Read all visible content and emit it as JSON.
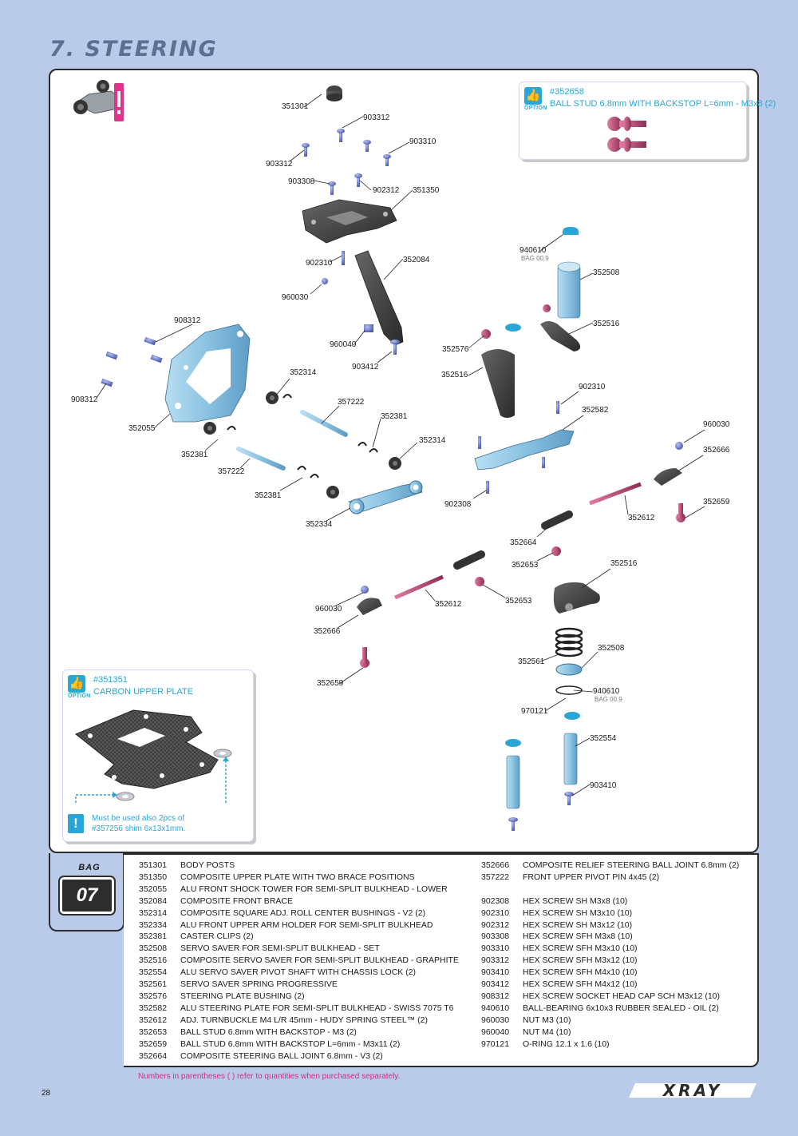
{
  "section": {
    "title": "7. STEERING"
  },
  "diagram": {
    "labels": [
      {
        "id": "351301",
        "bag": ""
      },
      {
        "id": "903312",
        "bag": ""
      },
      {
        "id": "903310",
        "bag": ""
      },
      {
        "id": "903312",
        "bag": ""
      },
      {
        "id": "903308",
        "bag": ""
      },
      {
        "id": "902312",
        "bag": ""
      },
      {
        "id": "351350",
        "bag": ""
      },
      {
        "id": "940610",
        "bag": "BAG 00.9"
      },
      {
        "id": "352508",
        "bag": ""
      },
      {
        "id": "902310",
        "bag": ""
      },
      {
        "id": "352084",
        "bag": ""
      },
      {
        "id": "960030",
        "bag": ""
      },
      {
        "id": "352516",
        "bag": ""
      },
      {
        "id": "908312",
        "bag": ""
      },
      {
        "id": "960040",
        "bag": ""
      },
      {
        "id": "352576",
        "bag": ""
      },
      {
        "id": "903412",
        "bag": ""
      },
      {
        "id": "352314",
        "bag": ""
      },
      {
        "id": "352516",
        "bag": ""
      },
      {
        "id": "908312",
        "bag": ""
      },
      {
        "id": "357222",
        "bag": ""
      },
      {
        "id": "902310",
        "bag": ""
      },
      {
        "id": "352582",
        "bag": ""
      },
      {
        "id": "352055",
        "bag": ""
      },
      {
        "id": "352381",
        "bag": ""
      },
      {
        "id": "960030",
        "bag": ""
      },
      {
        "id": "352314",
        "bag": ""
      },
      {
        "id": "352381",
        "bag": ""
      },
      {
        "id": "352666",
        "bag": ""
      },
      {
        "id": "357222",
        "bag": ""
      },
      {
        "id": "352381",
        "bag": ""
      },
      {
        "id": "902308",
        "bag": ""
      },
      {
        "id": "352659",
        "bag": ""
      },
      {
        "id": "352612",
        "bag": ""
      },
      {
        "id": "352334",
        "bag": ""
      },
      {
        "id": "352664",
        "bag": ""
      },
      {
        "id": "352653",
        "bag": ""
      },
      {
        "id": "352516",
        "bag": ""
      },
      {
        "id": "960030",
        "bag": ""
      },
      {
        "id": "352612",
        "bag": ""
      },
      {
        "id": "352653",
        "bag": ""
      },
      {
        "id": "352666",
        "bag": ""
      },
      {
        "id": "352508",
        "bag": ""
      },
      {
        "id": "352561",
        "bag": ""
      },
      {
        "id": "352659",
        "bag": ""
      },
      {
        "id": "940610",
        "bag": "BAG 00.9"
      },
      {
        "id": "970121",
        "bag": ""
      },
      {
        "id": "352554",
        "bag": ""
      },
      {
        "id": "903410",
        "bag": ""
      }
    ]
  },
  "option_ball_stud": {
    "code": "#352658",
    "description": "BALL STUD 6.8mm WITH BACKSTOP L=6mm - M3x8 (2)",
    "badge": "OPTION"
  },
  "option_carbon_plate": {
    "code": "#351351",
    "description": "CARBON UPPER PLATE",
    "badge": "OPTION",
    "warning_line1": "Must be used also 2pcs of",
    "warning_line2": "#357256 shim 6x13x1mm."
  },
  "bag": {
    "label": "BAG",
    "number": "07"
  },
  "parts_left": [
    {
      "code": "351301",
      "name": "BODY POSTS"
    },
    {
      "code": "351350",
      "name": "COMPOSITE UPPER PLATE WITH TWO BRACE POSITIONS"
    },
    {
      "code": "352055",
      "name": "ALU FRONT SHOCK TOWER FOR SEMI-SPLIT BULKHEAD - LOWER"
    },
    {
      "code": "352084",
      "name": "COMPOSITE FRONT BRACE"
    },
    {
      "code": "352314",
      "name": "COMPOSITE SQUARE ADJ. ROLL CENTER BUSHINGS - V2 (2)"
    },
    {
      "code": "352334",
      "name": "ALU FRONT UPPER ARM HOLDER FOR SEMI-SPLIT BULKHEAD"
    },
    {
      "code": "352381",
      "name": "CASTER CLIPS (2)"
    },
    {
      "code": "352508",
      "name": "SERVO SAVER FOR SEMI-SPLIT BULKHEAD - SET"
    },
    {
      "code": "352516",
      "name": "COMPOSITE SERVO SAVER FOR SEMI-SPLIT BULKHEAD - GRAPHITE"
    },
    {
      "code": "352554",
      "name": "ALU SERVO SAVER PIVOT SHAFT WITH CHASSIS LOCK (2)"
    },
    {
      "code": "352561",
      "name": "SERVO SAVER SPRING PROGRESSIVE"
    },
    {
      "code": "352576",
      "name": "STEERING PLATE BUSHING (2)"
    },
    {
      "code": "352582",
      "name": "ALU STEERING PLATE FOR SEMI-SPLIT BULKHEAD - SWISS 7075 T6"
    },
    {
      "code": "352612",
      "name": "ADJ. TURNBUCKLE M4 L/R 45mm - HUDY SPRING STEEL™ (2)"
    },
    {
      "code": "352653",
      "name": "BALL STUD 6.8mm WITH BACKSTOP - M3 (2)"
    },
    {
      "code": "352659",
      "name": "BALL STUD 6.8mm WITH BACKSTOP L=6mm - M3x11 (2)"
    },
    {
      "code": "352664",
      "name": "COMPOSITE STEERING BALL JOINT 6.8mm - V3 (2)"
    }
  ],
  "parts_right": [
    {
      "code": "352666",
      "name": "COMPOSITE RELIEF STEERING BALL JOINT 6.8mm (2)"
    },
    {
      "code": "357222",
      "name": "FRONT UPPER PIVOT PIN 4x45 (2)"
    },
    {
      "code": "902308",
      "name": "HEX SCREW  SH M3x8  (10)"
    },
    {
      "code": "902310",
      "name": "HEX SCREW  SH M3x10  (10)"
    },
    {
      "code": "902312",
      "name": "HEX SCREW  SH M3x12  (10)"
    },
    {
      "code": "903308",
      "name": "HEX SCREW  SFH M3x8  (10)"
    },
    {
      "code": "903310",
      "name": "HEX SCREW  SFH M3x10  (10)"
    },
    {
      "code": "903312",
      "name": "HEX SCREW  SFH M3x12  (10)"
    },
    {
      "code": "903410",
      "name": "HEX SCREW  SFH M4x10  (10)"
    },
    {
      "code": "903412",
      "name": "HEX SCREW  SFH M4x12  (10)"
    },
    {
      "code": "908312",
      "name": "HEX SCREW SOCKET HEAD CAP SCH M3x12  (10)"
    },
    {
      "code": "940610",
      "name": "BALL-BEARING 6x10x3 RUBBER SEALED - OIL (2)"
    },
    {
      "code": "960030",
      "name": "NUT M3  (10)"
    },
    {
      "code": "960040",
      "name": "NUT M4  (10)"
    },
    {
      "code": "970121",
      "name": "O-RING 12.1 x 1.6  (10)"
    }
  ],
  "footer": {
    "note": "Numbers in parentheses ( ) refer to quantities when purchased separately.",
    "page_number": "28",
    "brand": "XRAY"
  },
  "colors": {
    "page_bg": "#b9cbe8",
    "option_blue": "#2aa6d6",
    "note_pink": "#d02c8c",
    "graphite": "#3a3a3a",
    "alu_blue": "#8fc4e2",
    "screw_blue": "#6f7fd0",
    "pink_metal": "#c4507a"
  }
}
